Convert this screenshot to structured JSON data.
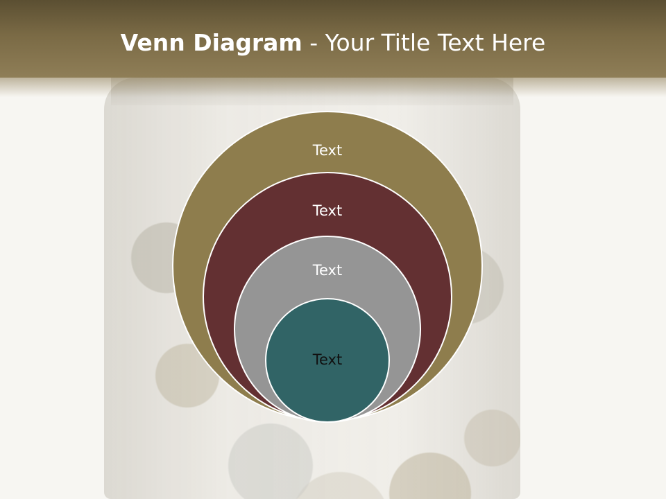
{
  "slide": {
    "title_bold": "Venn Diagram",
    "title_rest": " - Your Title Text Here"
  },
  "diagram": {
    "circles": [
      {
        "label": "Text",
        "color": "#8e7d4d"
      },
      {
        "label": "Text",
        "color": "#633032"
      },
      {
        "label": "Text",
        "color": "#959595"
      },
      {
        "label": "Text",
        "color": "#316466"
      }
    ]
  },
  "colors": {
    "header": "#7a6a45",
    "background": "#f7f6f2"
  }
}
